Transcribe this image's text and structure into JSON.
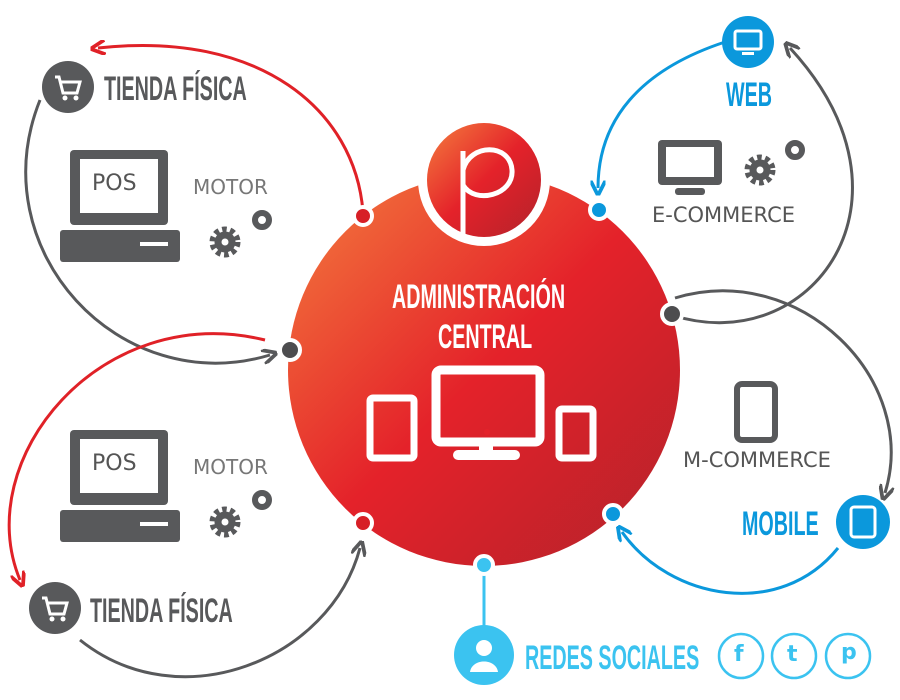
{
  "center": {
    "title_line1": "ADMINISTRACIÓN",
    "title_line2": "CENTRAL",
    "logo_letter": "p"
  },
  "stores": [
    {
      "label": "TIENDA FÍSICA",
      "pos": "POS",
      "motor": "MOTOR"
    },
    {
      "label": "TIENDA FÍSICA",
      "pos": "POS",
      "motor": "MOTOR"
    }
  ],
  "web": {
    "label": "WEB",
    "sub": "E-COMMERCE"
  },
  "mobile": {
    "label": "MOBILE",
    "sub": "M-COMMERCE"
  },
  "social": {
    "label": "REDES SOCIALES",
    "icons": [
      "facebook-icon",
      "twitter-icon",
      "pinterest-icon"
    ],
    "glyphs": [
      "f",
      "t",
      "p"
    ]
  },
  "colors": {
    "red": "#e02127",
    "blue": "#0b98dc",
    "gray": "#58595b",
    "lightblue": "#3bc3f0"
  }
}
